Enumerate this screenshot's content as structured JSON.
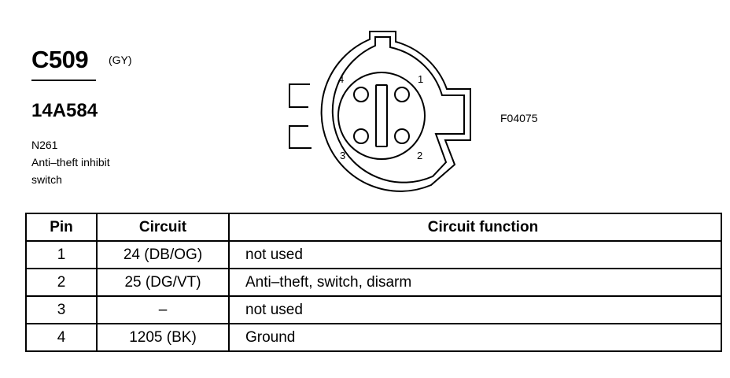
{
  "connector": {
    "id": "C509",
    "color_code": "(GY)",
    "part_number": "14A584",
    "description_code": "N261",
    "description_lines": [
      "Anti–theft inhibit",
      "switch"
    ]
  },
  "figure_ref": "F04075",
  "pin_labels": [
    "1",
    "2",
    "3",
    "4"
  ],
  "table": {
    "headers": [
      "Pin",
      "Circuit",
      "Circuit function"
    ],
    "rows": [
      {
        "pin": "1",
        "circuit": "24 (DB/OG)",
        "function": "not used"
      },
      {
        "pin": "2",
        "circuit": "25 (DG/VT)",
        "function": "Anti–theft, switch, disarm"
      },
      {
        "pin": "3",
        "circuit": "–",
        "function": "not used"
      },
      {
        "pin": "4",
        "circuit": "1205 (BK)",
        "function": "Ground"
      }
    ]
  }
}
